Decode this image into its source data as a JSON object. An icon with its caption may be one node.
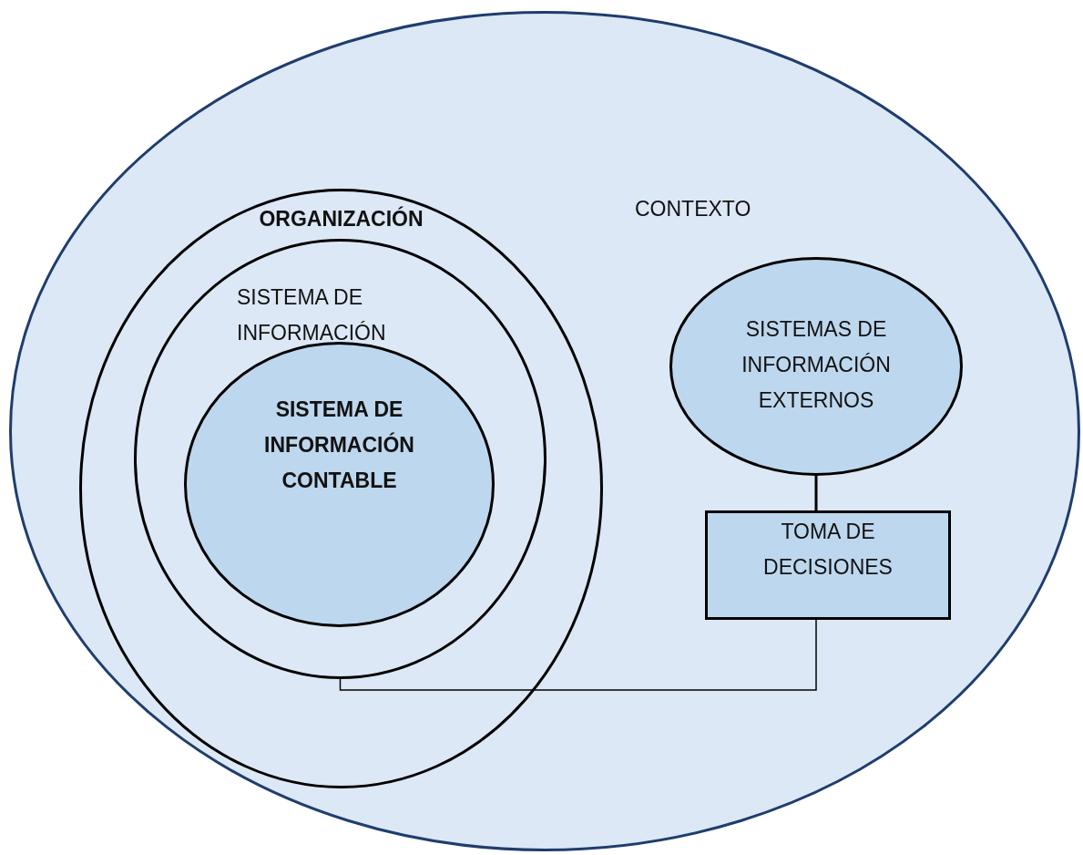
{
  "diagram": {
    "nodes": [
      {
        "text": [
          "CONTEXTO"
        ]
      },
      {
        "text": [
          "ORGANIZACIÓN"
        ],
        "in": 0
      },
      {
        "text": [
          "SISTEMA DE INFORMACIÓN"
        ],
        "in": 1
      },
      {
        "text": [
          "SISTEMA DE INFORMACIÓN CONTABLE"
        ],
        "in": 2
      },
      {
        "text": [
          "SISTEMAS DE INFORMACIÓN EXTERNOS"
        ],
        "in": 0
      },
      {
        "text": [
          "TOMA DE DECISIONES"
        ],
        "in": 0
      }
    ],
    "edges": [
      {
        "from": 4,
        "to": 5,
        "arrow": "none"
      },
      {
        "from": 2,
        "to": 5,
        "arrow": "none"
      }
    ]
  }
}
